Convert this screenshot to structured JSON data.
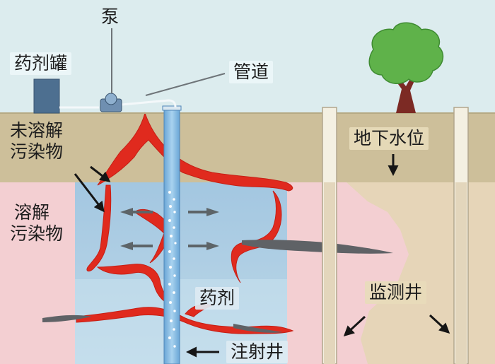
{
  "diagram": {
    "labels": {
      "pump": "泵",
      "tank": "药剂罐",
      "pipe": "管道",
      "undissolved_line1": "未溶解",
      "undissolved_line2": "污染物",
      "dissolved_line1": "溶解",
      "dissolved_line2": "污染物",
      "reagent": "药剂",
      "injection_well": "注射井",
      "water_table": "地下水位",
      "monitoring_well": "监测井"
    },
    "colors": {
      "sky": "#dcecee",
      "soil": "#cdbf9a",
      "aquifer_left": "#f5d3d6",
      "aquifer_right": "#e8d7bb",
      "treatment_zone": "#a9cee4",
      "well_pipe": "#8ec0e6",
      "contaminant": "#e02a1e",
      "tank": "#4d6f90",
      "tree_foliage": "#5fb24a",
      "tree_trunk": "#7c2a24",
      "arrow": "#5d6468"
    }
  }
}
